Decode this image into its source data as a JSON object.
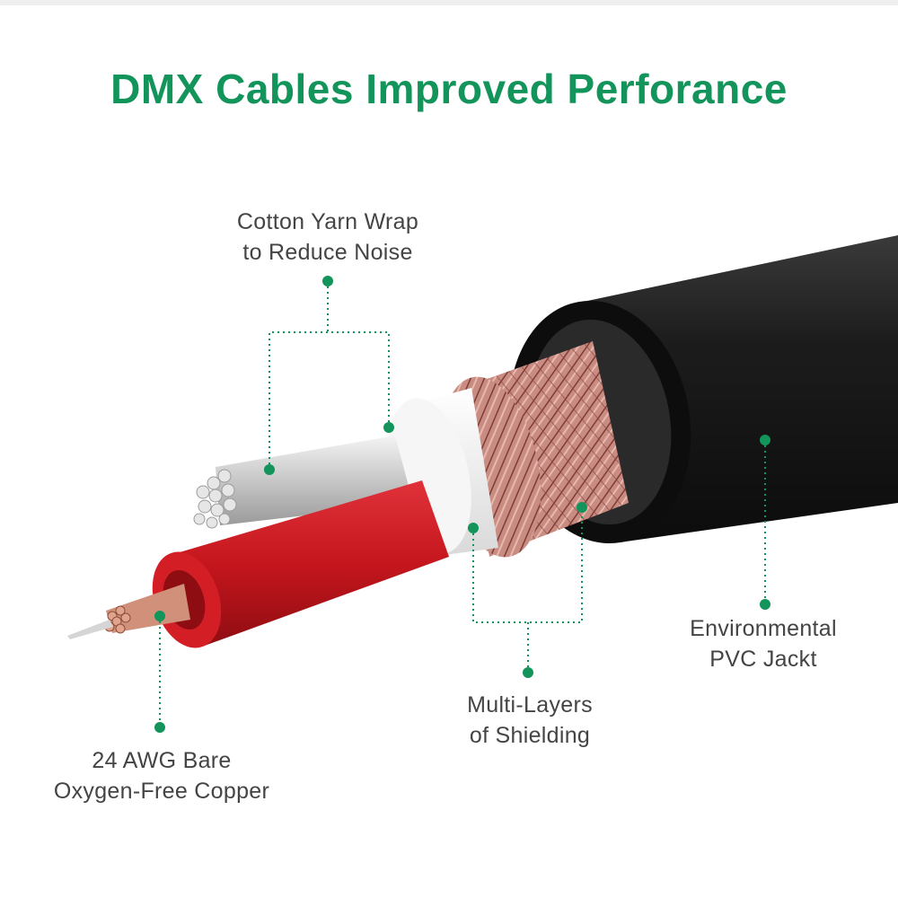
{
  "title": "DMX Cables Improved Perforance",
  "colors": {
    "accent": "#12945a",
    "jacket": "#1b1b1b",
    "insulation": "#c8151b",
    "copper": "#c97a64",
    "shield_white": "#f2f2f2",
    "label_text": "#444444"
  },
  "callouts": {
    "cotton": {
      "line1": "Cotton Yarn Wrap",
      "line2": "to Reduce Noise"
    },
    "shielding": {
      "line1": "Multi-Layers",
      "line2": "of Shielding"
    },
    "jacket": {
      "line1": "Environmental",
      "line2": "PVC Jackt"
    },
    "copper": {
      "line1": "24 AWG Bare",
      "line2": "Oxygen-Free Copper"
    }
  }
}
